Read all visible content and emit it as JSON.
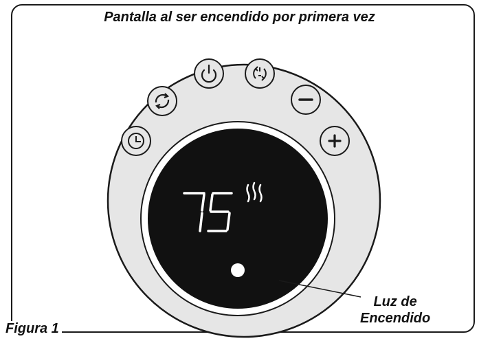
{
  "title": "Pantalla al ser encendido por primera vez",
  "figure_label": "Figura 1",
  "callout": {
    "line1": "Luz de",
    "line2": "Encendido"
  },
  "display": {
    "temperature": "75",
    "heat_indicator": "heat-waves-icon"
  },
  "buttons": [
    {
      "name": "timer-button",
      "icon": "clock-icon"
    },
    {
      "name": "oscillation-button",
      "icon": "oscillation-icon"
    },
    {
      "name": "power-button",
      "icon": "power-icon"
    },
    {
      "name": "mode-button",
      "icon": "mode-cycle-icon"
    },
    {
      "name": "decrease-button",
      "icon": "minus-icon"
    },
    {
      "name": "increase-button",
      "icon": "plus-icon"
    }
  ],
  "colors": {
    "panel": "#e6e6e6",
    "display": "#111111",
    "digits": "#ffffff",
    "outline": "#1a1a1a"
  }
}
